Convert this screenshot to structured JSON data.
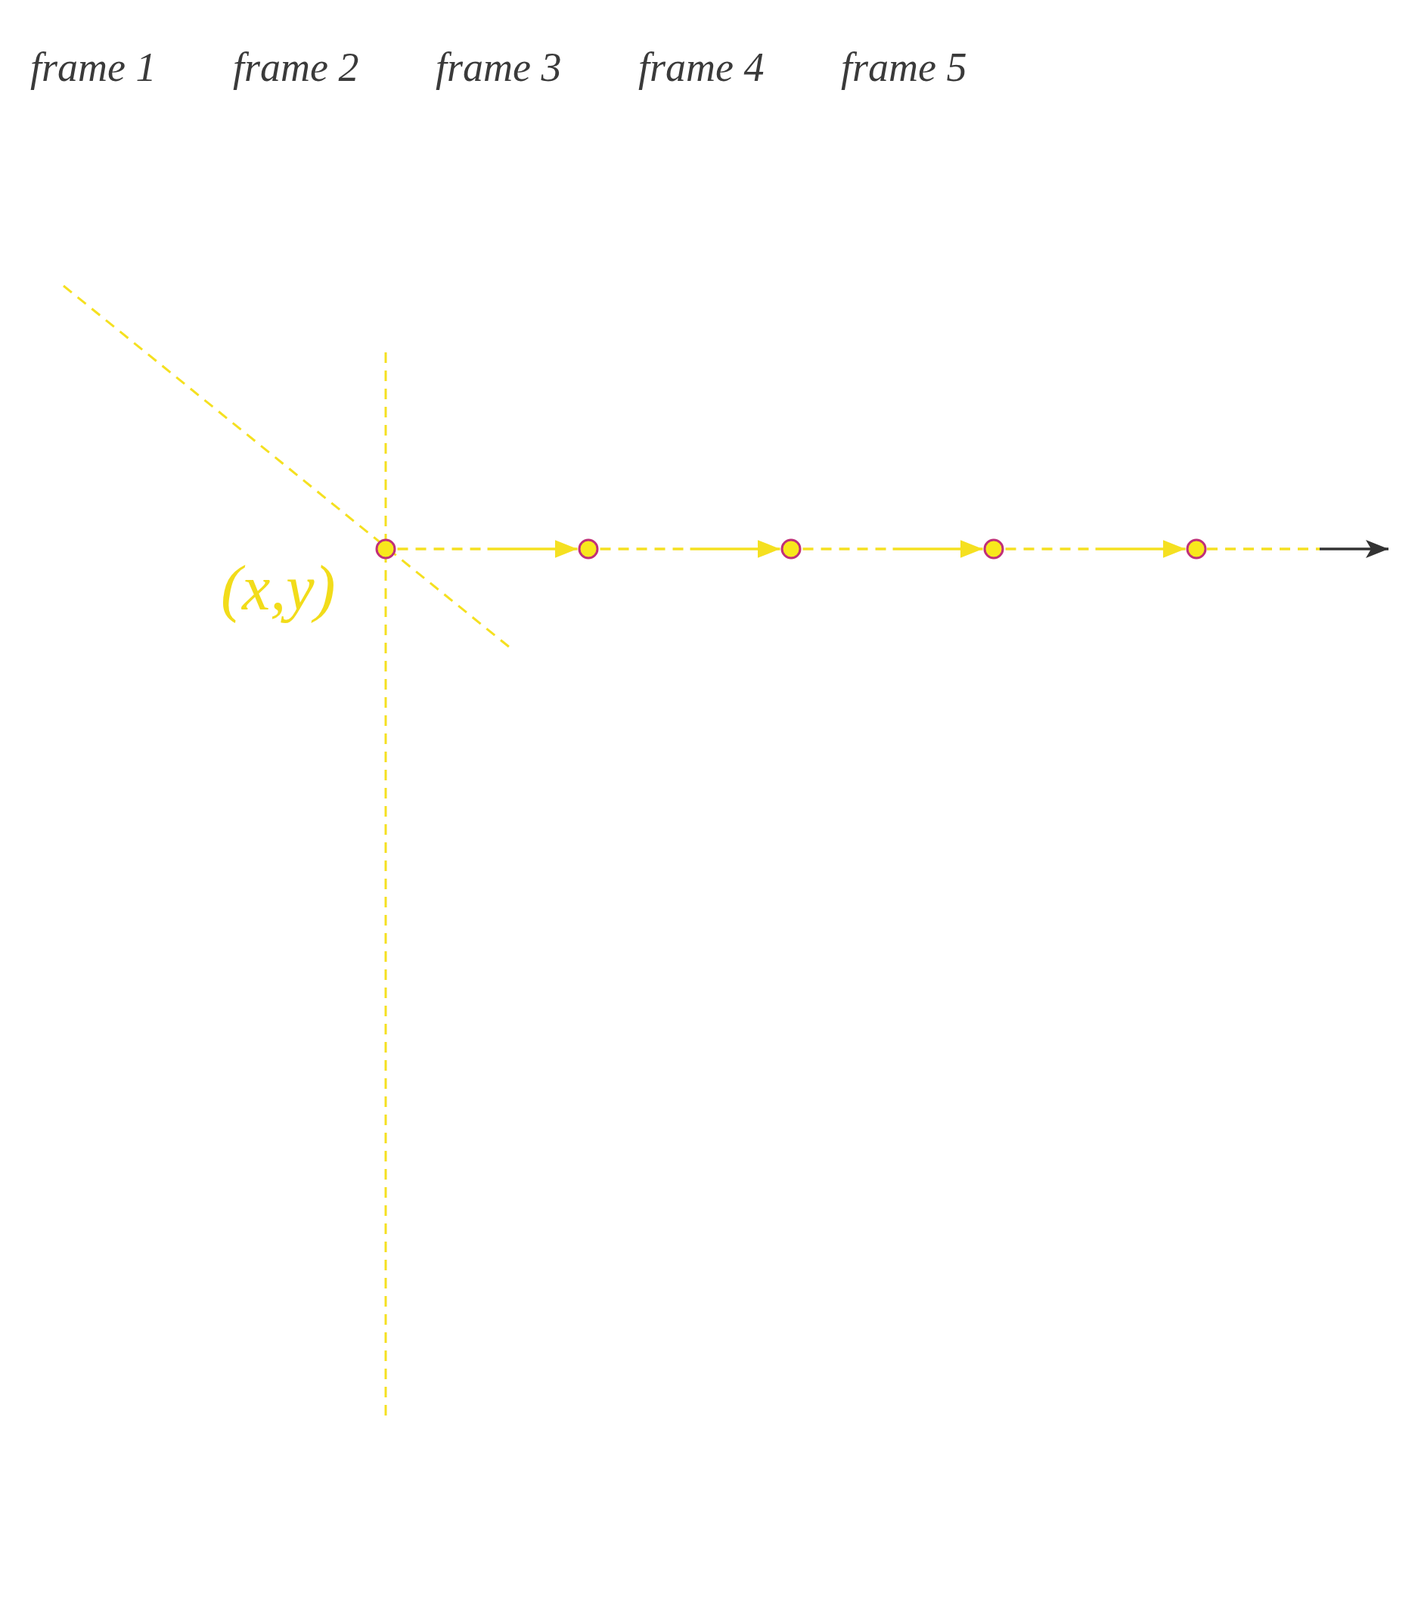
{
  "diagram": {
    "nodes": [
      {
        "text": [
          "frame 1"
        ]
      },
      {
        "text": [
          "frame 2"
        ]
      },
      {
        "text": [
          "frame 3"
        ]
      },
      {
        "text": [
          "frame 4"
        ]
      },
      {
        "text": [
          "frame 5"
        ]
      }
    ],
    "edges": [
      {
        "from": 0,
        "to": 1,
        "arrow": "to"
      },
      {
        "from": 1,
        "to": 2,
        "arrow": "to"
      },
      {
        "from": 2,
        "to": 3,
        "arrow": "to"
      },
      {
        "from": 3,
        "to": 4,
        "arrow": "to"
      }
    ],
    "labels": [
      "(x,y)"
    ]
  }
}
